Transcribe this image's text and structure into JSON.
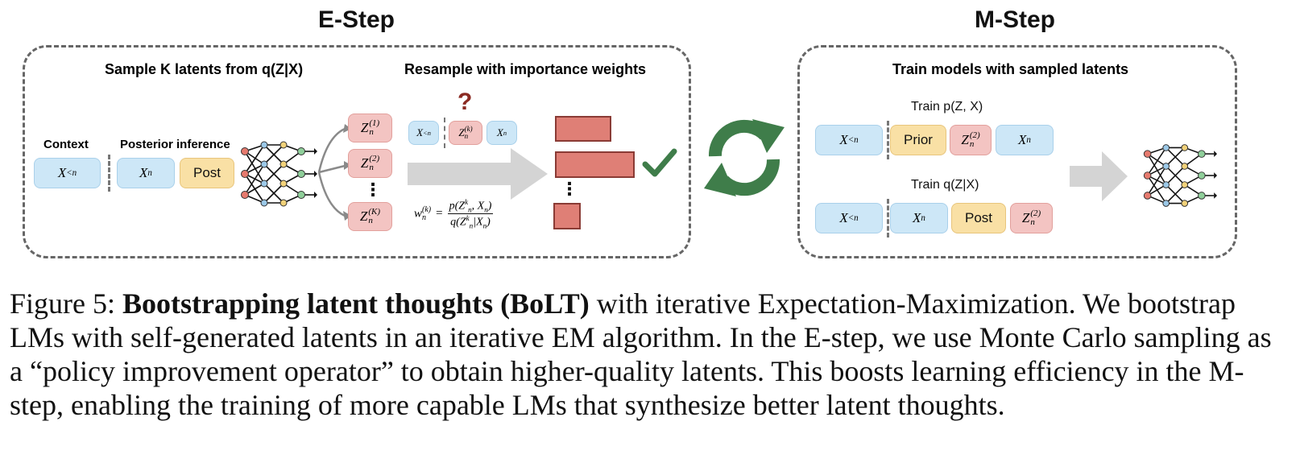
{
  "e_step": {
    "title": "E-Step",
    "sample_label": "Sample K latents from q(Z|X)",
    "resample_label": "Resample with importance weights",
    "context_label": "Context",
    "posterior_label": "Posterior inference",
    "post_token": "Post",
    "question_mark": "?",
    "dots": "⋮",
    "weight_formula": "w_n^(k) = p(Z_n^k, X_n) / q(Z_n^k | X_n)"
  },
  "m_step": {
    "title": "M-Step",
    "train_label": "Train models with sampled latents",
    "train_prior_label": "Train p(Z, X)",
    "train_post_label": "Train q(Z|X)",
    "prior_token": "Prior",
    "post_token": "Post"
  },
  "caption": {
    "prefix": "Figure 5: ",
    "bold": "Bootstrapping latent thoughts (BoLT)",
    "text": " with iterative Expectation-Maximization. We bootstrap LMs with self-generated latents in an iterative EM algorithm. In the E-step, we use Monte Carlo sampling as a “policy improvement operator” to obtain higher-quality latents. This boosts learning efficiency in the M-step, enabling the training of more capable LMs that synthesize better latent thoughts."
  },
  "colors": {
    "token_blue": "#cde7f7",
    "token_yellow": "#f9e0a5",
    "token_pink": "#f3c4c2",
    "weight_bar": "#df7f76",
    "cycle_green": "#3f7d4a",
    "check_green": "#3f7d4a",
    "question_red": "#8b2a22"
  },
  "icons": [
    "neural-network-icon",
    "cycle-arrows-icon",
    "checkmark-icon",
    "big-arrow-icon"
  ]
}
